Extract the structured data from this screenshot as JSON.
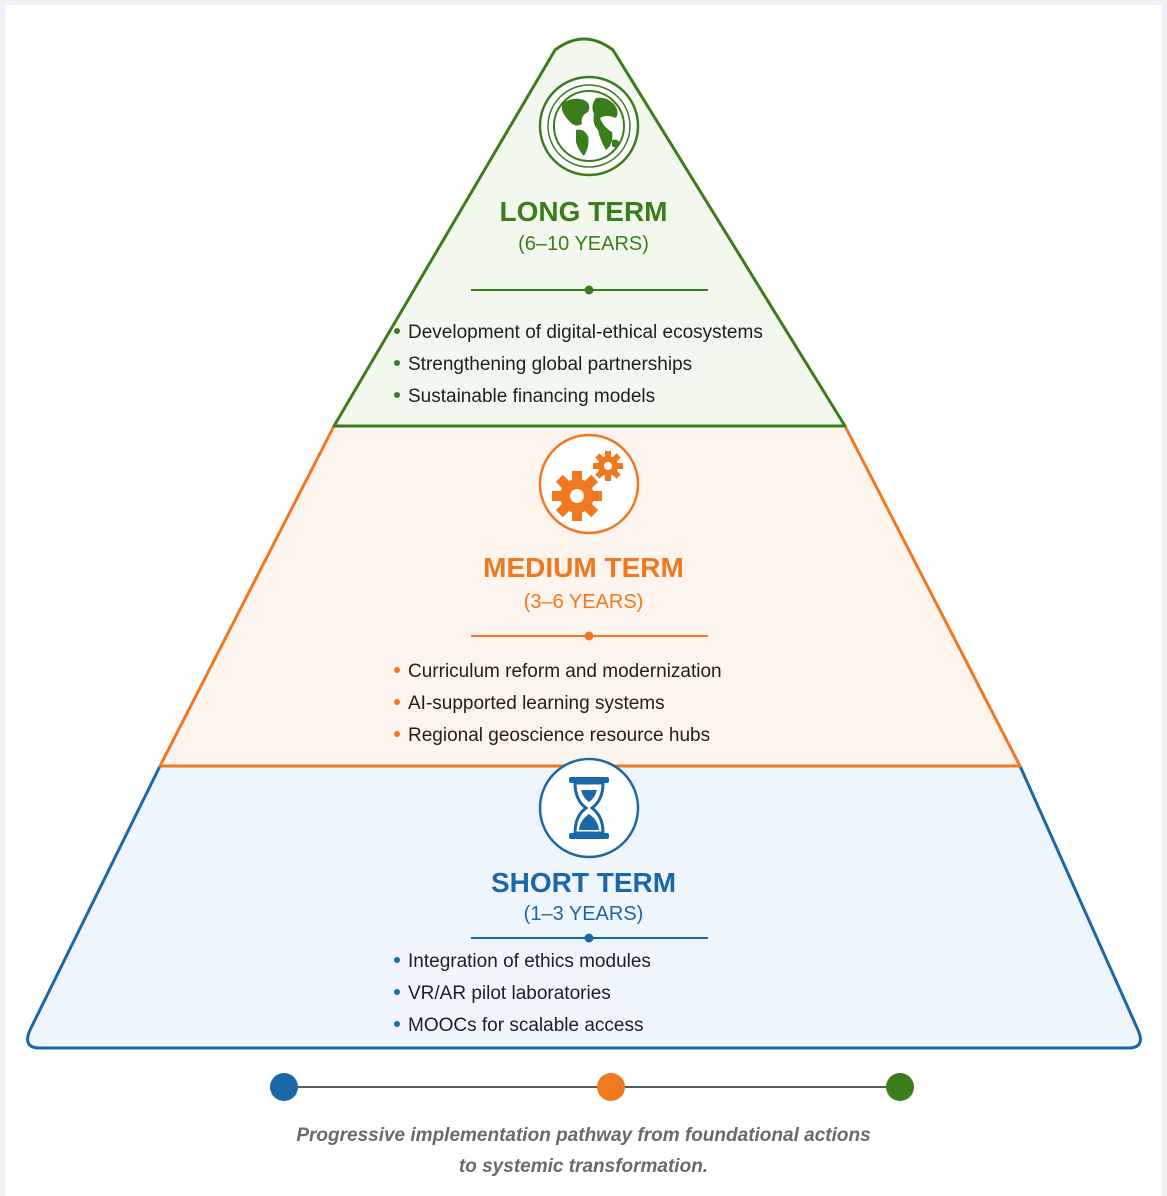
{
  "tiers": {
    "long": {
      "title": "LONG TERM",
      "years": "(6–10 YEARS)",
      "icon": "globe-icon",
      "color": "#3b7d1d",
      "items": [
        "Development of digital-ethical ecosystems",
        "Strengthening global partnerships",
        "Sustainable financing models"
      ]
    },
    "medium": {
      "title": "MEDIUM TERM",
      "years": "(3–6 YEARS)",
      "icon": "gears-icon",
      "color": "#f07820",
      "items": [
        "Curriculum reform and modernization",
        "AI-supported learning systems",
        "Regional geoscience resource hubs"
      ]
    },
    "short": {
      "title": "SHORT TERM",
      "years": "(1–3 YEARS)",
      "icon": "hourglass-icon",
      "color": "#1c67a8",
      "items": [
        "Integration of ethics modules",
        "VR/AR pilot laboratories",
        "MOOCs for scalable access"
      ]
    }
  },
  "timeline": {
    "nodes": [
      "short",
      "medium",
      "long"
    ],
    "colors": [
      "#1c67a8",
      "#f07820",
      "#3b7d1d"
    ]
  },
  "caption": {
    "line1": "Progressive implementation pathway from foundational actions",
    "line2": "to systemic transformation."
  }
}
